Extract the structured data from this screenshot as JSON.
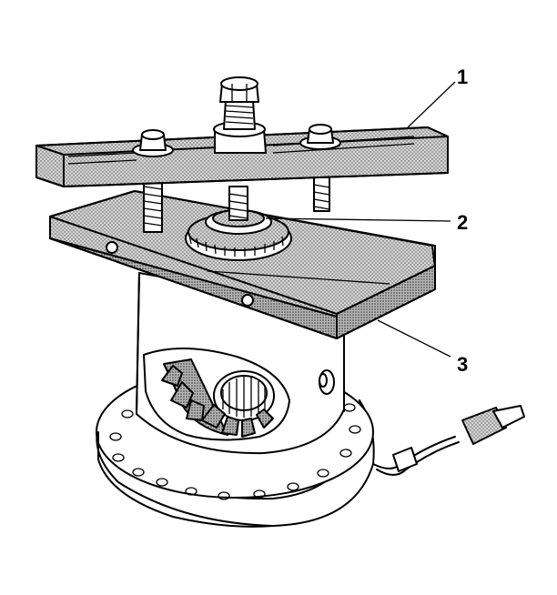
{
  "callouts": [
    {
      "id": "1",
      "label": "1"
    },
    {
      "id": "2",
      "label": "2"
    },
    {
      "id": "3",
      "label": "3"
    }
  ],
  "colors": {
    "line": "#000000",
    "shade": "#bdbdbd",
    "background": "#ffffff"
  }
}
